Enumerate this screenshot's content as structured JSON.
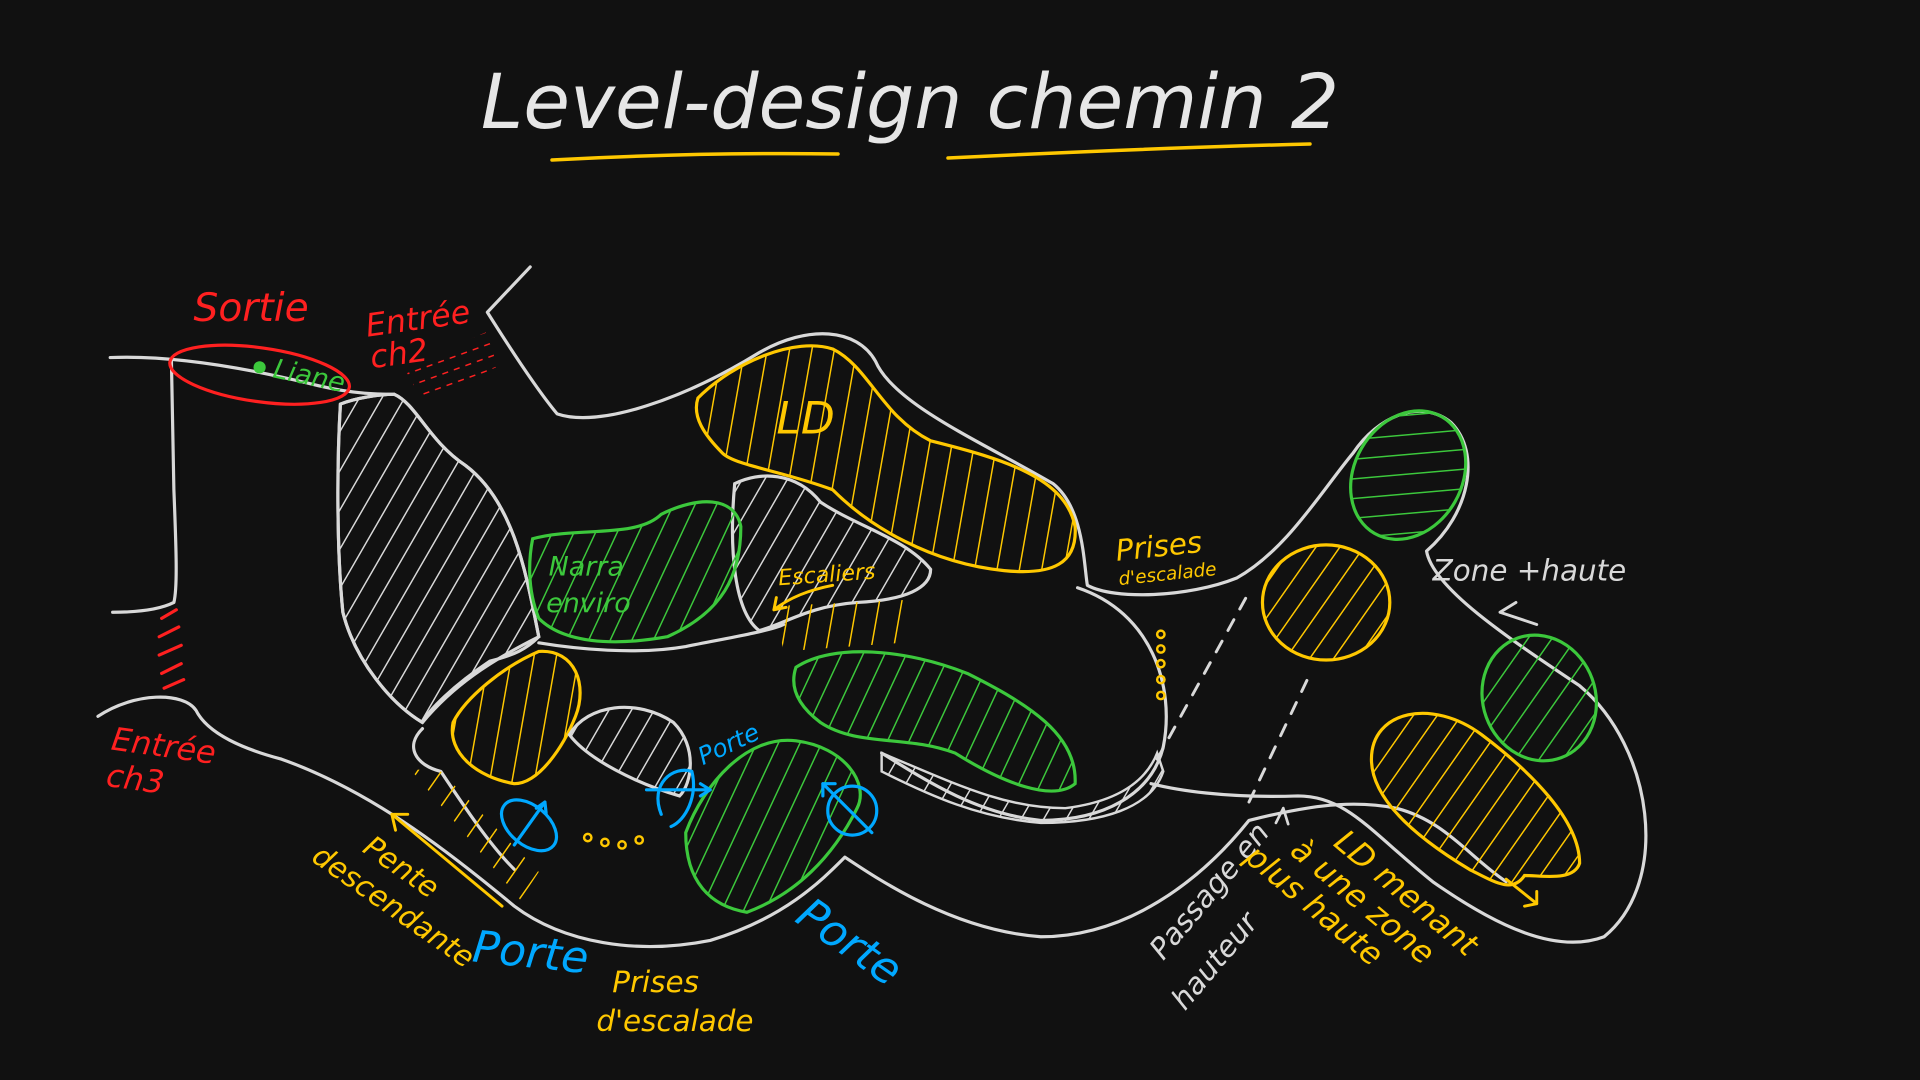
{
  "title": "Level-design chemin 2",
  "colors": {
    "background": "#111111",
    "outline": "#d9d9d9",
    "yellow": "#ffc800",
    "green": "#3cc83c",
    "red": "#ff2020",
    "blue": "#00a8ff"
  },
  "labels": {
    "sortie": "Sortie",
    "liane": "Liane",
    "entree_ch2_line1": "Entrée",
    "entree_ch2_line2": "ch2",
    "entree_ch3_line1": "Entrée",
    "entree_ch3_line2": "ch3",
    "ld": "LD",
    "narra_line1": "Narra",
    "narra_line2": "enviro",
    "escaliers": "Escaliers",
    "prises_escalade_top_line1": "Prises",
    "prises_escalade_top_line2": "d'escalade",
    "zone_haute": "Zone +haute",
    "porte_small": "Porte",
    "porte_left": "Porte",
    "porte_right": "Porte",
    "pente_line1": "Pente",
    "pente_line2": "descendante",
    "prises_escalade_bottom_line1": "Prises",
    "prises_escalade_bottom_line2": "d'escalade",
    "passage_line1": "Passage en",
    "passage_line2": "hauteur",
    "ld_menant_line1": "LD menant",
    "ld_menant_line2": "à une zone",
    "ld_menant_line3": "plus haute"
  }
}
